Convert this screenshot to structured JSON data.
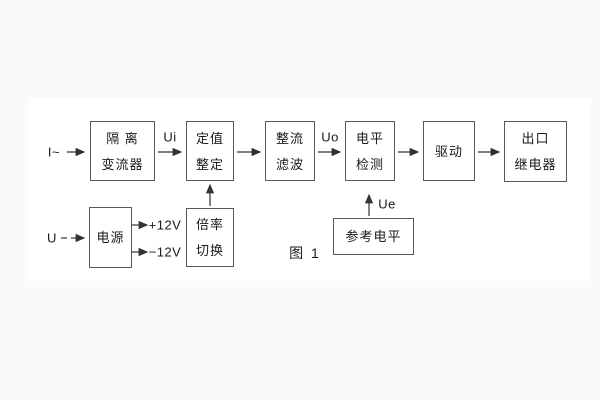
{
  "diagram": {
    "caption": "图 1",
    "blocks": {
      "isolation": {
        "line1": "隔 离",
        "line2": "变流器"
      },
      "setting": {
        "line1": "定值",
        "line2": "整定"
      },
      "rectifier": {
        "line1": "整流",
        "line2": "滤波"
      },
      "level": {
        "line1": "电平",
        "line2": "检测"
      },
      "drive": {
        "label": "驱动"
      },
      "outlet": {
        "line1": "出口",
        "line2": "继电器"
      },
      "power": {
        "label": "电源"
      },
      "multiplier": {
        "line1": "倍率",
        "line2": "切换"
      },
      "reference": {
        "label": "参考电平"
      }
    },
    "signals": {
      "input_current": "I~",
      "ui": "Ui",
      "uo": "Uo",
      "ue": "Ue",
      "input_voltage": "U",
      "plus12": "+12V",
      "minus12": "−12V"
    },
    "colors": {
      "box_border": "#595959",
      "wire": "#333333",
      "text": "#1a1a1a",
      "panel": "#ffffff",
      "background": "#fafafa"
    }
  }
}
